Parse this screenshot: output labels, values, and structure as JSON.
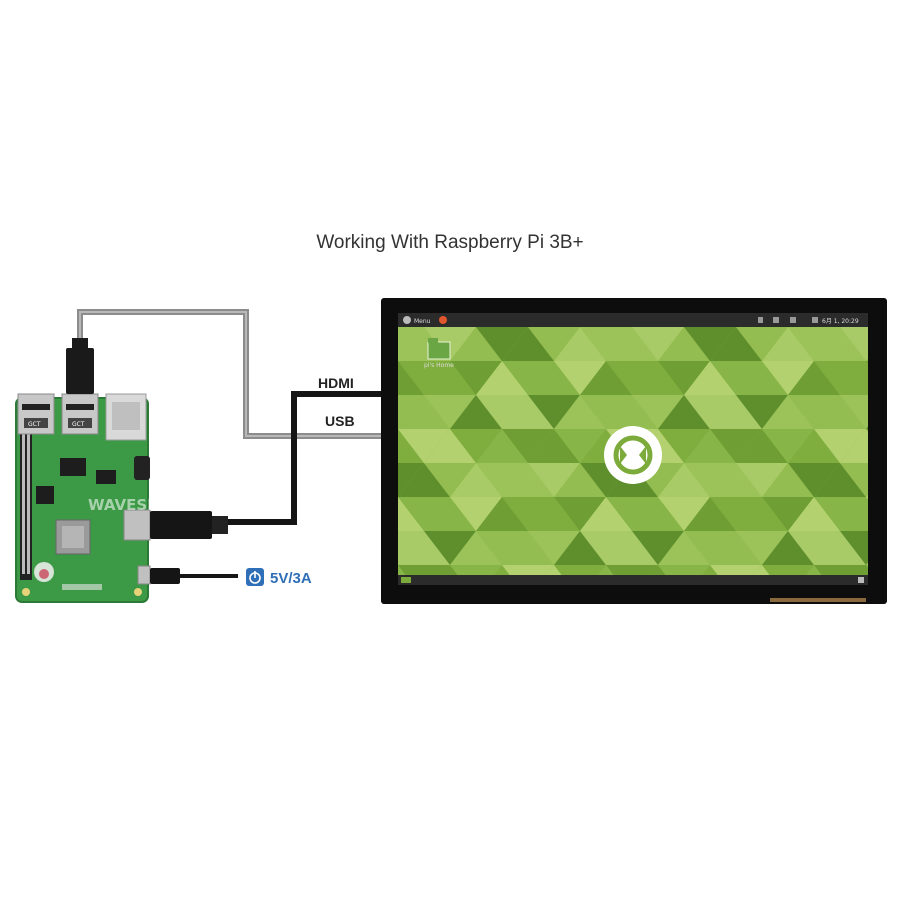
{
  "title": "Working With Raspberry Pi 3B+",
  "connections": {
    "hdmi": "HDMI",
    "usb": "USB",
    "power": "5V/3A"
  },
  "board": {
    "watermark": "WAVESHARE",
    "chip_label": "GCT"
  },
  "desktop": {
    "menu_label": "Menu",
    "clock": "6月 1, 20:29",
    "home_icon_label": "pi's Home"
  },
  "colors": {
    "cable_gray": "#8c8c8c",
    "cable_black": "#151515",
    "power_blue": "#2f6fb7",
    "pcb_green": "#3c9a46",
    "wallpaper_green": "#8fb84a"
  }
}
